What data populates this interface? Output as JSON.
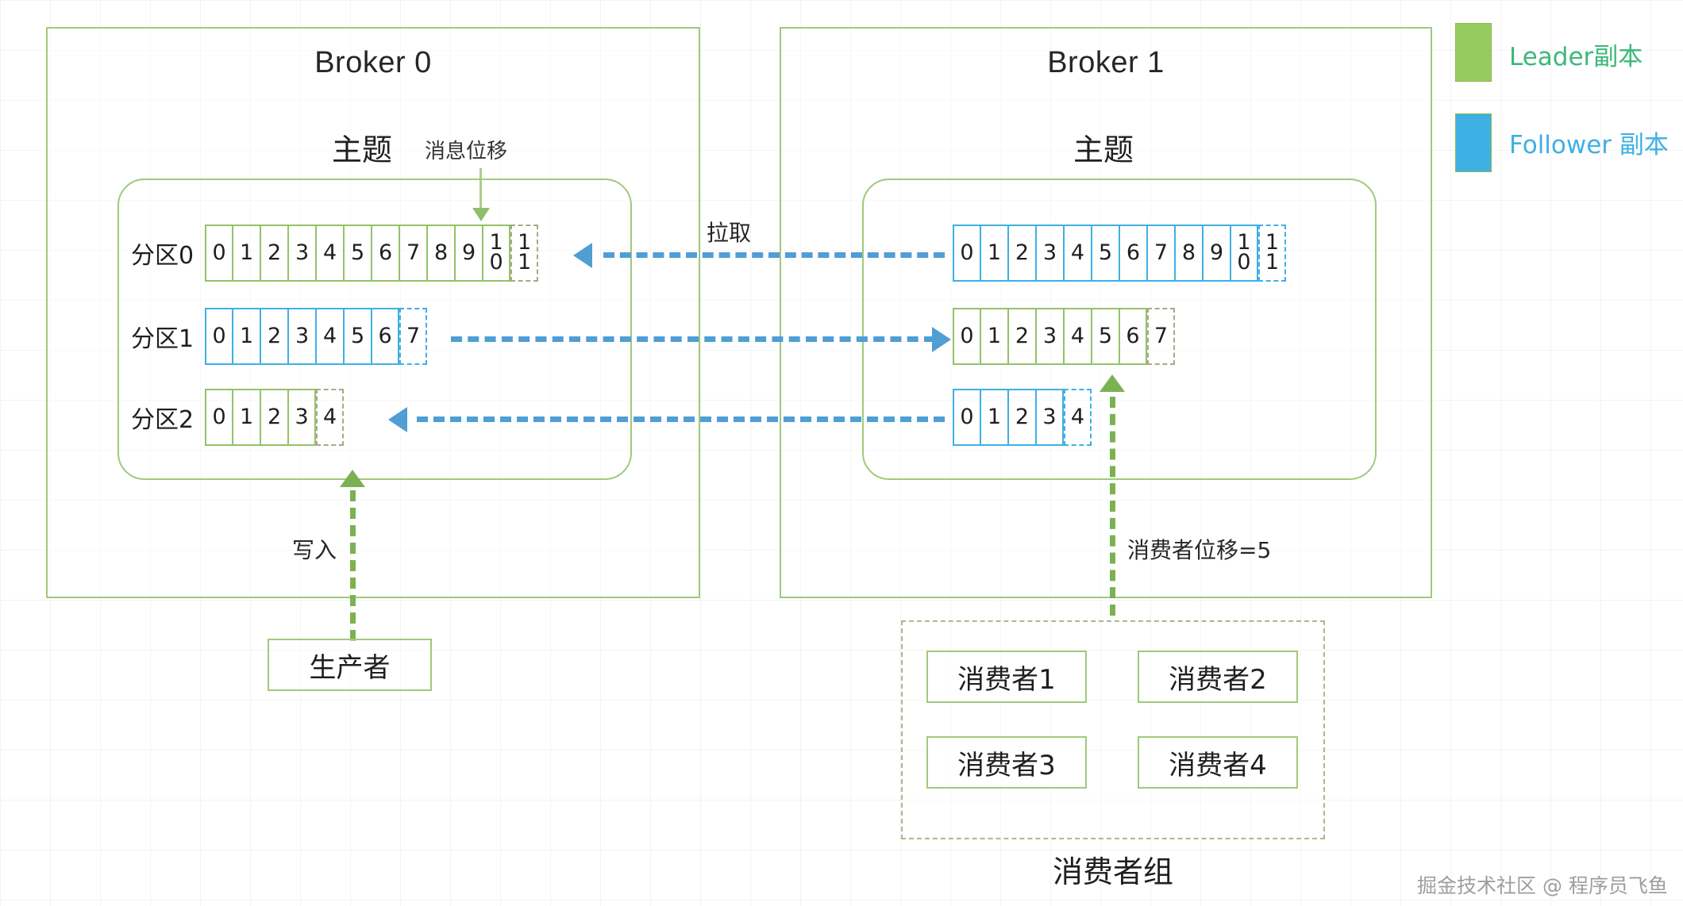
{
  "brokers": [
    {
      "title": "Broker 0",
      "topic_label": "主题",
      "offset_label": "消息位移",
      "partitions": [
        {
          "label": "分区0",
          "role": "leader",
          "color": "#94c267",
          "solid_cells": [
            "0",
            "1",
            "2",
            "3",
            "4",
            "5",
            "6",
            "7",
            "8",
            "9",
            "10"
          ],
          "dashed_cells": [
            "11"
          ]
        },
        {
          "label": "分区1",
          "role": "follower",
          "color": "#3fb0e3",
          "solid_cells": [
            "0",
            "1",
            "2",
            "3",
            "4",
            "5",
            "6"
          ],
          "dashed_cells": [
            "7"
          ]
        },
        {
          "label": "分区2",
          "role": "leader",
          "color": "#94c267",
          "solid_cells": [
            "0",
            "1",
            "2",
            "3"
          ],
          "dashed_cells": [
            "4"
          ]
        }
      ]
    },
    {
      "title": "Broker 1",
      "topic_label": "主题",
      "offset_label": "",
      "partitions": [
        {
          "label": "",
          "role": "follower",
          "color": "#3fb0e3",
          "solid_cells": [
            "0",
            "1",
            "2",
            "3",
            "4",
            "5",
            "6",
            "7",
            "8",
            "9",
            "10"
          ],
          "dashed_cells": [
            "11"
          ]
        },
        {
          "label": "",
          "role": "leader",
          "color": "#94c267",
          "solid_cells": [
            "0",
            "1",
            "2",
            "3",
            "4",
            "5",
            "6"
          ],
          "dashed_cells": [
            "7"
          ]
        },
        {
          "label": "",
          "role": "follower",
          "color": "#3fb0e3",
          "solid_cells": [
            "0",
            "1",
            "2",
            "3"
          ],
          "dashed_cells": [
            "4"
          ]
        }
      ]
    }
  ],
  "flows": {
    "pull_label": "拉取",
    "write_label": "写入",
    "consumer_offset_label": "消费者位移=5"
  },
  "producer": {
    "label": "生产者"
  },
  "consumer_group": {
    "caption": "消费者组",
    "consumers": [
      "消费者1",
      "消费者2",
      "消费者3",
      "消费者4"
    ]
  },
  "legend": [
    {
      "label": "Leader副本",
      "swatch_color": "#96cc5f",
      "text_color": "#3cb878"
    },
    {
      "label": "Follower 副本",
      "swatch_color": "#3fb0e3",
      "text_color": "#3fb0e3"
    }
  ],
  "watermark": {
    "text": "掘金技术社区 @ 程序员飞鱼"
  }
}
